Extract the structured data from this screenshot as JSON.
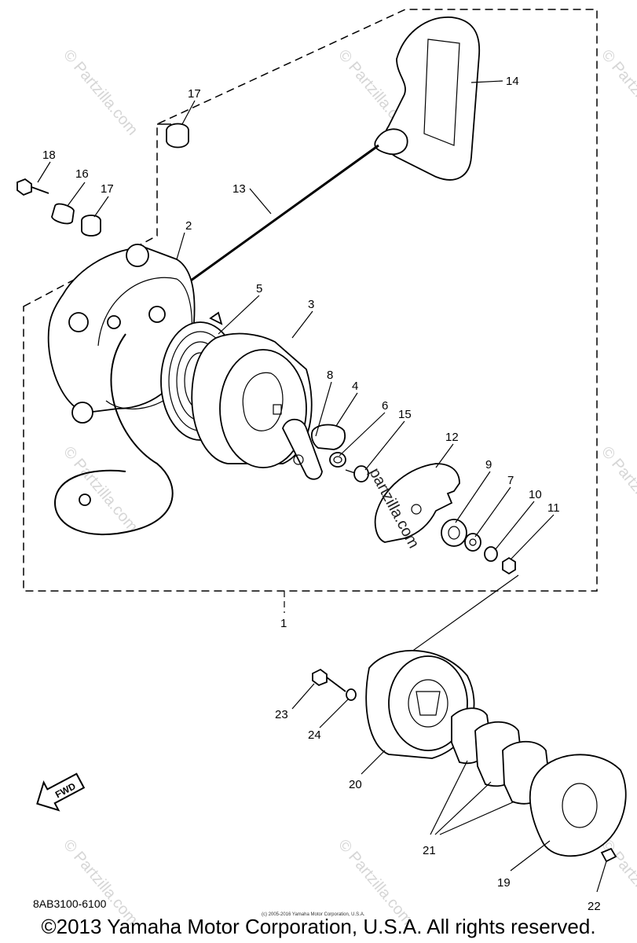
{
  "diagram": {
    "callouts": [
      {
        "id": "c1",
        "label": "1"
      },
      {
        "id": "c2",
        "label": "2"
      },
      {
        "id": "c3",
        "label": "3"
      },
      {
        "id": "c4",
        "label": "4"
      },
      {
        "id": "c5",
        "label": "5"
      },
      {
        "id": "c6",
        "label": "6"
      },
      {
        "id": "c7",
        "label": "7"
      },
      {
        "id": "c8",
        "label": "8"
      },
      {
        "id": "c9",
        "label": "9"
      },
      {
        "id": "c10",
        "label": "10"
      },
      {
        "id": "c11",
        "label": "11"
      },
      {
        "id": "c12",
        "label": "12"
      },
      {
        "id": "c13",
        "label": "13"
      },
      {
        "id": "c14",
        "label": "14"
      },
      {
        "id": "c15",
        "label": "15"
      },
      {
        "id": "c16",
        "label": "16"
      },
      {
        "id": "c17a",
        "label": "17"
      },
      {
        "id": "c17b",
        "label": "17"
      },
      {
        "id": "c18",
        "label": "18"
      },
      {
        "id": "c19",
        "label": "19"
      },
      {
        "id": "c20",
        "label": "20"
      },
      {
        "id": "c21",
        "label": "21"
      },
      {
        "id": "c22",
        "label": "22"
      },
      {
        "id": "c23",
        "label": "23"
      },
      {
        "id": "c24",
        "label": "24"
      }
    ],
    "fwd_label": "FWD",
    "watermark": "© Partzilla.com",
    "center_watermark": "partzilla.com",
    "diagram_code": "8AB3100-6100",
    "tiny_copyright": "(c) 2005-2016 Yamaha Motor Corporation, U.S.A.",
    "copyright": "©2013 Yamaha Motor Corporation, U.S.A. All rights reserved."
  }
}
